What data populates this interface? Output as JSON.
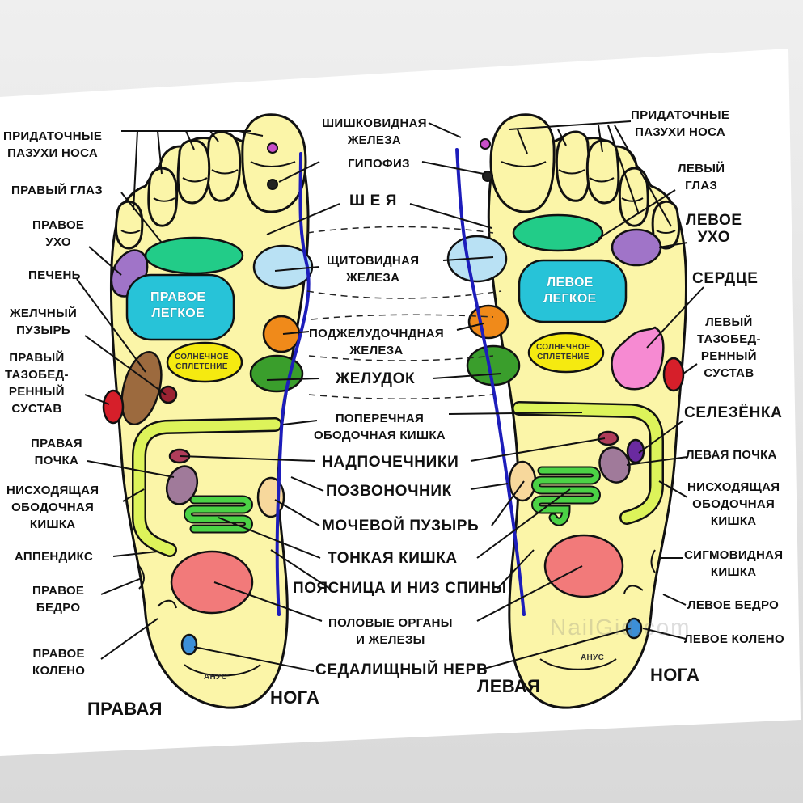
{
  "labels_left": [
    {
      "id": "sinus-right",
      "text": "ПРИДАТОЧНЫЕ\nПАЗУХИ НОСА"
    },
    {
      "id": "right-eye",
      "text": "ПРАВЫЙ ГЛАЗ"
    },
    {
      "id": "right-ear",
      "text": "ПРАВОЕ\nУХО"
    },
    {
      "id": "liver",
      "text": "ПЕЧЕНЬ"
    },
    {
      "id": "gallbladder",
      "text": "ЖЕЛЧНЫЙ\nПУЗЫРЬ"
    },
    {
      "id": "right-hip",
      "text": "ПРАВЫЙ\nТАЗОБЕД-\nРЕННЫЙ\nСУСТАВ"
    },
    {
      "id": "right-kidney",
      "text": "ПРАВАЯ\nПОЧКА"
    },
    {
      "id": "descending-colon-right",
      "text": "НИСХОДЯЩАЯ\nОБОДОЧНАЯ\nКИШКА"
    },
    {
      "id": "appendix",
      "text": "АППЕНДИКС"
    },
    {
      "id": "right-thigh",
      "text": "ПРАВОЕ\nБЕДРО"
    },
    {
      "id": "right-knee",
      "text": "ПРАВОЕ\nКОЛЕНО"
    }
  ],
  "labels_center": [
    {
      "id": "pineal",
      "text": "ШИШКОВИДНАЯ\nЖЕЛЕЗА"
    },
    {
      "id": "pituitary",
      "text": "ГИПОФИЗ"
    },
    {
      "id": "neck",
      "text": "Ш Е Я"
    },
    {
      "id": "thyroid",
      "text": "ЩИТОВИДНАЯ\nЖЕЛЕЗА"
    },
    {
      "id": "pancreas",
      "text": "ПОДЖЕЛУДОЧНДНАЯ\nЖЕЛЕЗА"
    },
    {
      "id": "stomach",
      "text": "ЖЕЛУДОК"
    },
    {
      "id": "transverse-colon",
      "text": "ПОПЕРЕЧНАЯ\nОБОДОЧНАЯ КИШКА"
    },
    {
      "id": "adrenals",
      "text": "НАДПОЧЕЧНИКИ"
    },
    {
      "id": "spine",
      "text": "ПОЗВОНОЧНИК"
    },
    {
      "id": "bladder",
      "text": "МОЧЕВОЙ ПУЗЫРЬ"
    },
    {
      "id": "small-intestine",
      "text": "ТОНКАЯ КИШКА"
    },
    {
      "id": "lower-back",
      "text": "ПОЯСНИЦА И НИЗ СПИНЫ"
    },
    {
      "id": "genitals",
      "text": "ПОЛОВЫЕ ОРГАНЫ\nИ ЖЕЛЕЗЫ"
    },
    {
      "id": "sciatic",
      "text": "СЕДАЛИЩНЫЙ НЕРВ"
    }
  ],
  "labels_right": [
    {
      "id": "sinus-left",
      "text": "ПРИДАТОЧНЫЕ\nПАЗУХИ НОСА"
    },
    {
      "id": "left-eye",
      "text": "ЛЕВЫЙ\nГЛАЗ"
    },
    {
      "id": "left-ear",
      "text": "ЛЕВОЕ\nУХО"
    },
    {
      "id": "heart",
      "text": "СЕРДЦЕ"
    },
    {
      "id": "left-hip",
      "text": "ЛЕВЫЙ\nТАЗОБЕД-\nРЕННЫЙ\nСУСТАВ"
    },
    {
      "id": "spleen",
      "text": "СЕЛЕЗЁНКА"
    },
    {
      "id": "left-kidney",
      "text": "ЛЕВАЯ ПОЧКА"
    },
    {
      "id": "descending-colon-left",
      "text": "НИСХОДЯЩАЯ\nОБОДОЧНАЯ\nКИШКА"
    },
    {
      "id": "sigmoid",
      "text": "СИГМОВИДНАЯ\nКИШКА"
    },
    {
      "id": "left-thigh",
      "text": "ЛЕВОЕ БЕДРО"
    },
    {
      "id": "left-knee",
      "text": "ЛЕВОЕ КОЛЕНО"
    }
  ],
  "inside": {
    "right_lung": "ПРАВОЕ\nЛЕГКОЕ",
    "left_lung": "ЛЕВОЕ\nЛЕГКОЕ",
    "solar_right": "СОЛНЕЧНОЕ\nСПЛЕТЕНИЕ",
    "solar_left": "СОЛНЕЧНОЕ\nСПЛЕТЕНИЕ",
    "anus_right": "АНУС",
    "anus_left": "АНУС"
  },
  "captions": {
    "right_a": "ПРАВАЯ",
    "right_b": "НОГА",
    "left_a": "ЛЕВАЯ",
    "left_b": "НОГА"
  },
  "watermark": "NailGid.com",
  "colors": {
    "foot": "#fbf5a8",
    "spine": "#1d1dbb",
    "thyroid": "#b9e1f4",
    "lung": "#27c3d8",
    "eye_band": "#22cc88",
    "ear": "#a074c8",
    "pancreas": "#f08a1a",
    "stomach": "#3a9e2c",
    "gallbladder": "#9c6a3e",
    "colon": "#ddf35a",
    "small_intestine": "#4bd245",
    "genitals": "#f27a7a",
    "heart": "#f68ad2",
    "hip": "#d61f2a",
    "knee": "#3c8fd8",
    "kidney": "#a07a9a",
    "adrenal": "#b03d5a",
    "bladder": "#f7d89c",
    "solar": "#f5ea10",
    "sinus_dot": "#c84ec8"
  }
}
